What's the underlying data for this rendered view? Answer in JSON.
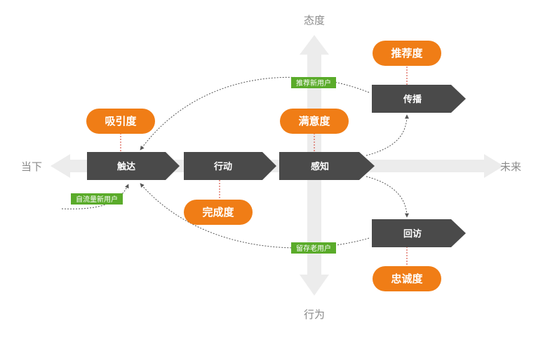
{
  "axes": {
    "top": "态度",
    "bottom": "行为",
    "left": "当下",
    "right": "未来"
  },
  "steps": {
    "touch": "触达",
    "action": "行动",
    "perception": "感知",
    "spread": "传播",
    "revisit": "回访"
  },
  "metrics": {
    "attraction": "吸引度",
    "completion": "完成度",
    "satisfaction": "满意度",
    "recommendation": "推荐度",
    "loyalty": "忠诚度"
  },
  "tags": {
    "recommend_new_users": "推荐新用户",
    "natural_traffic_new_users": "自流量新用户",
    "retain_old_users": "留存老用户"
  },
  "colors": {
    "step_fill": "#4a4a4a",
    "metric_fill": "#f07d16",
    "tag_fill": "#5aab2a",
    "axis_arrow": "#ececec",
    "axis_text": "#8a8a8a",
    "connector": "#555555",
    "metric_link": "#d33a2a"
  }
}
